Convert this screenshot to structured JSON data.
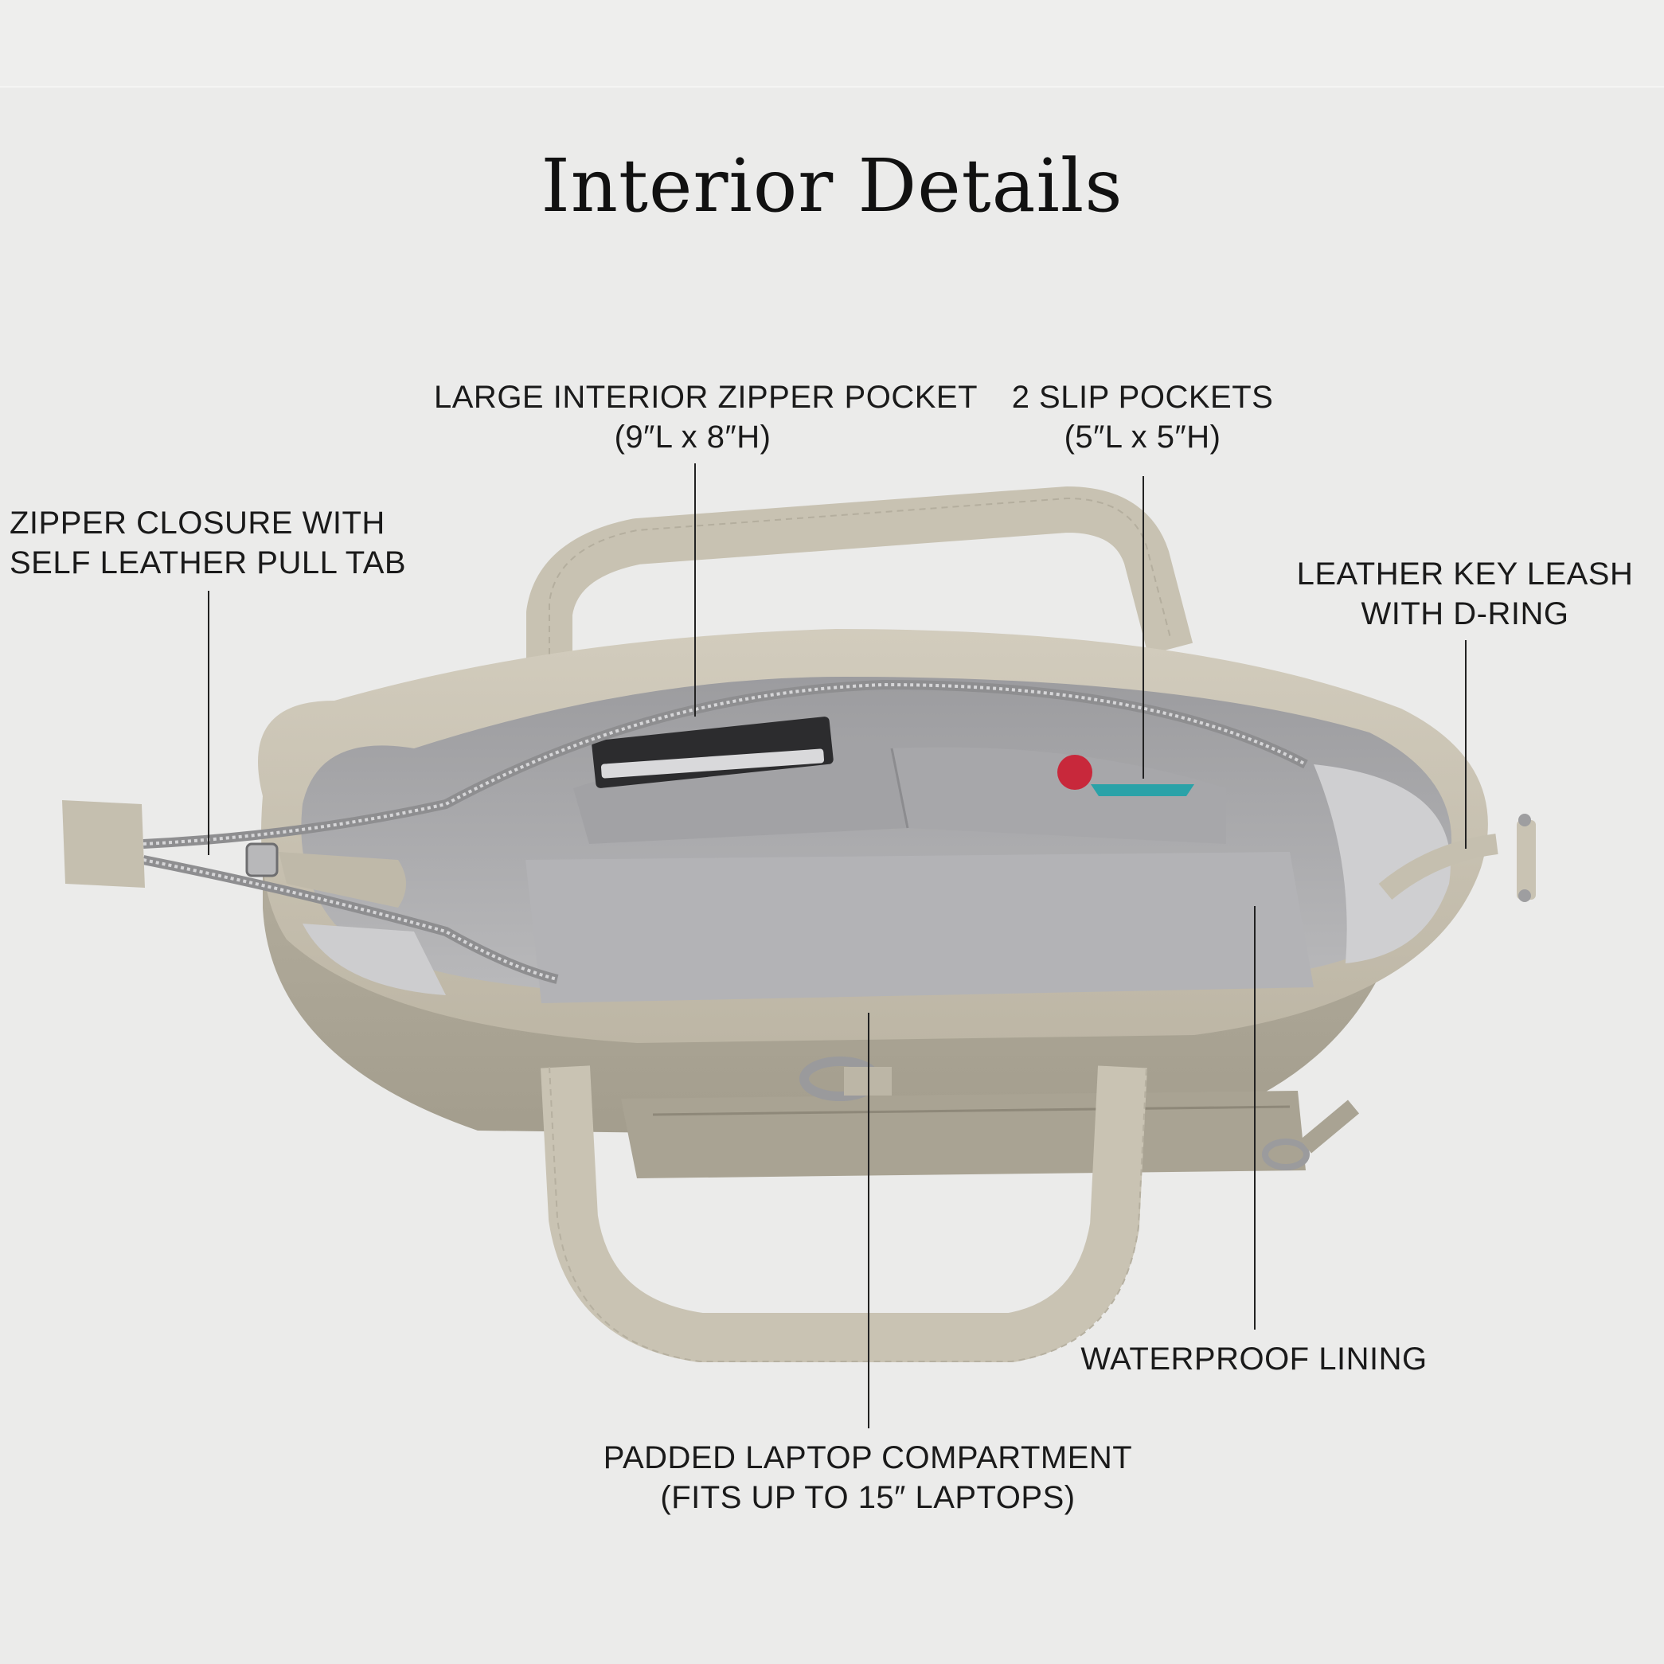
{
  "title": "Interior Details",
  "callouts": {
    "zipper": {
      "line1": "ZIPPER CLOSURE WITH",
      "line2": "SELF LEATHER PULL TAB"
    },
    "zipper_pocket": {
      "line1": "LARGE INTERIOR ZIPPER POCKET",
      "line2": "(9″L x 8″H)"
    },
    "slip_pockets": {
      "line1": "2 SLIP POCKETS",
      "line2": "(5″L x 5″H)"
    },
    "key_leash": {
      "line1": "LEATHER KEY LEASH",
      "line2": "WITH D-RING"
    },
    "lining": {
      "line1": "WATERPROOF LINING"
    },
    "laptop": {
      "line1": "PADDED LAPTOP COMPARTMENT",
      "line2": "(FITS UP TO 15″ LAPTOPS)"
    }
  },
  "colors": {
    "background": "#ebebea",
    "leather": "#c9c3b3",
    "leather_dark": "#a59f8f",
    "lining": "#a9a9ab",
    "lining_light": "#c4c4c6",
    "text": "#1a1a1a"
  }
}
